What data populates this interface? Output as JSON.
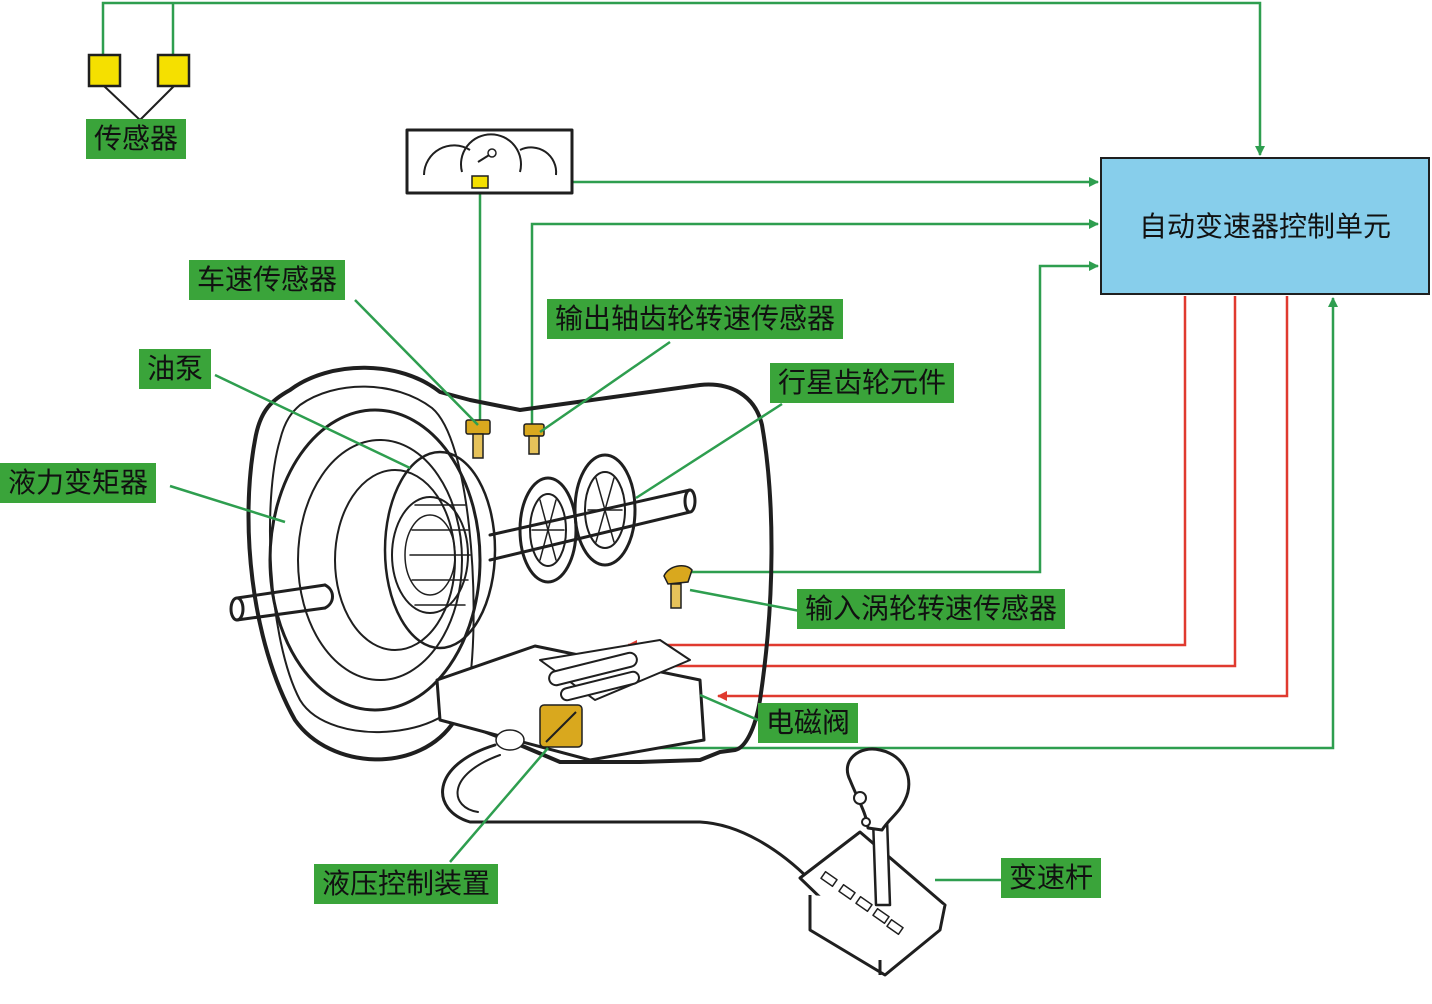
{
  "labels": {
    "sensor": "传感器",
    "ecu": "自动变速器控制单元",
    "vehicle_speed_sensor": "车速传感器",
    "output_shaft_sensor": "输出轴齿轮转速传感器",
    "oil_pump": "油泵",
    "planetary_gear": "行星齿轮元件",
    "torque_converter": "液力变矩器",
    "input_turbine_sensor": "输入涡轮转速传感器",
    "solenoid_valve": "电磁阀",
    "hydraulic_control": "液压控制装置",
    "shift_lever": "变速杆"
  },
  "colors": {
    "signal_in": "#2e9e4f",
    "signal_out": "#e03a2f",
    "tag_bg": "#3aa43a",
    "ecu_fill": "#87ceeb",
    "sensor_yellow": "#f5e000",
    "component_gold": "#d9a81e"
  }
}
